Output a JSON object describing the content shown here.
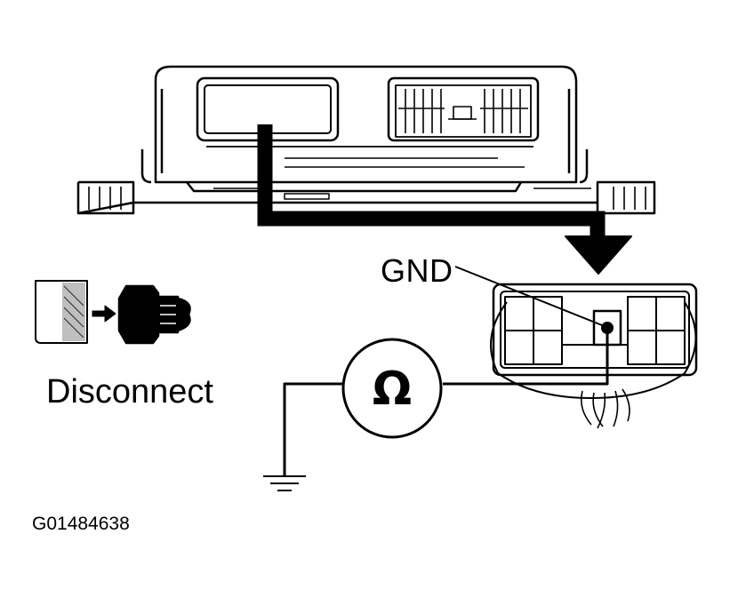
{
  "labels": {
    "gnd": "GND",
    "disconnect": "Disconnect",
    "figure_code": "G01484638",
    "ohmmeter_symbol": "Ω"
  },
  "icons": {
    "ecu": "ecu-module-icon",
    "connector": "connector-face-icon",
    "ohmmeter": "ohmmeter-icon",
    "ground": "ground-symbol-icon",
    "disconnect": "disconnect-connector-icon",
    "arrow": "down-arrow-icon"
  },
  "colors": {
    "ink": "#000000",
    "paper": "#ffffff"
  }
}
